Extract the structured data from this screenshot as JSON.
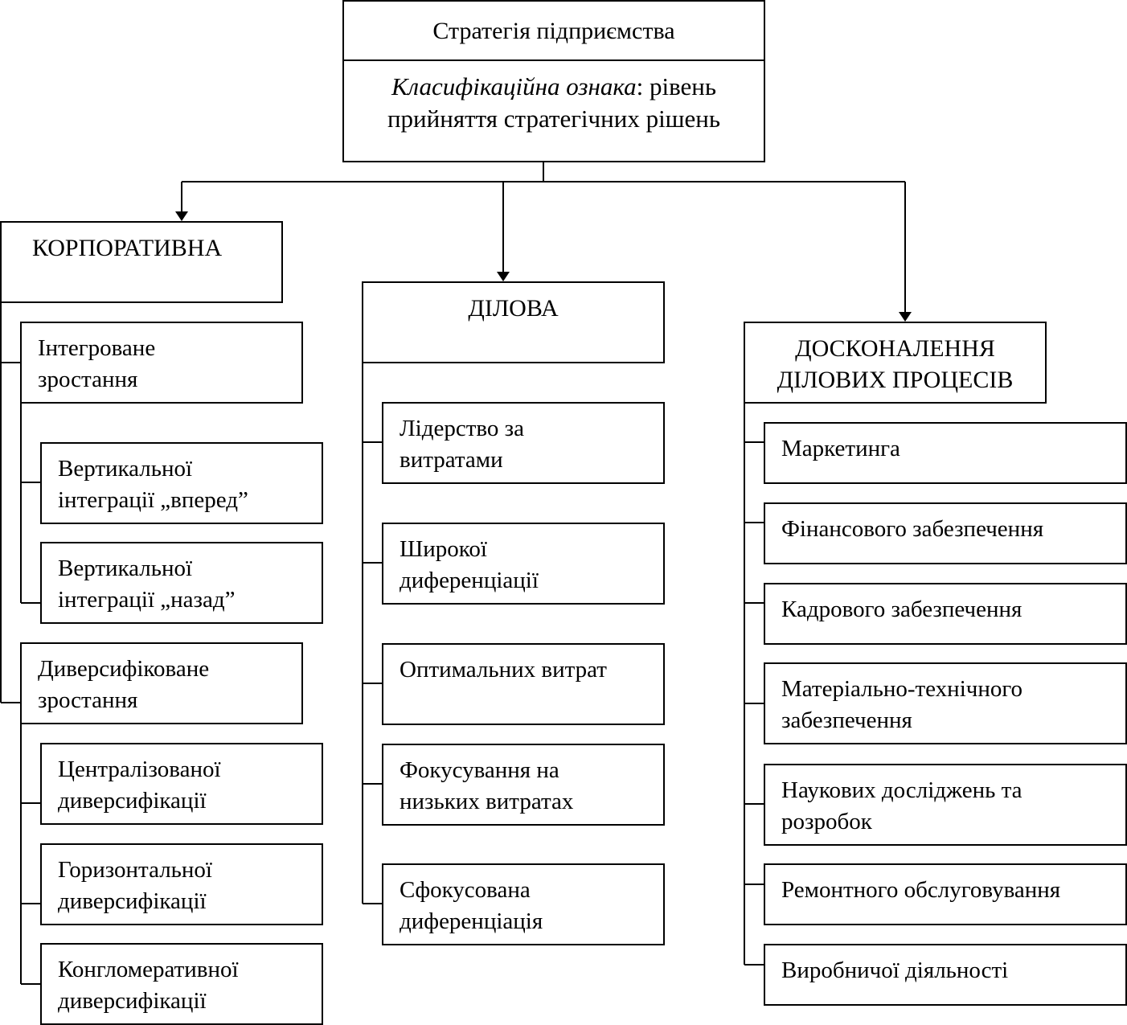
{
  "root": {
    "title": "Стратегія підприємства",
    "criterion_label": "Класифікаційна ознака",
    "criterion_value": ": рівень прийняття стратегічних рішень"
  },
  "columns": {
    "corporate": {
      "title": "КОРПОРАТИВНА",
      "groups": [
        {
          "title": "Інтегроване\nзростання",
          "items": [
            "Вертикальної\nінтеграції „вперед”",
            "Вертикальної\nінтеграції „назад”"
          ]
        },
        {
          "title": "Диверсифіковане\nзростання",
          "items": [
            "Централізованої\nдиверсифікації",
            "Горизонтальної\nдиверсифікації",
            "Конгломеративної\nдиверсифікації"
          ]
        }
      ]
    },
    "business": {
      "title": "ДІЛОВА",
      "items": [
        "Лідерство за\nвитратами",
        "Широкої\nдиференціації",
        "Оптимальних витрат",
        "Фокусування на\nнизьких витратах",
        "Сфокусована\nдиференціація"
      ]
    },
    "process": {
      "title": "ДОСКОНАЛЕННЯ\nДІЛОВИХ ПРОЦЕСІВ",
      "items": [
        "Маркетинга",
        "Фінансового забезпечення",
        "Кадрового забезпечення",
        "Матеріально-технічного\nзабезпечення",
        "Наукових досліджень та\nрозробок",
        "Ремонтного обслуговування",
        "Виробничої діяльності"
      ]
    }
  }
}
